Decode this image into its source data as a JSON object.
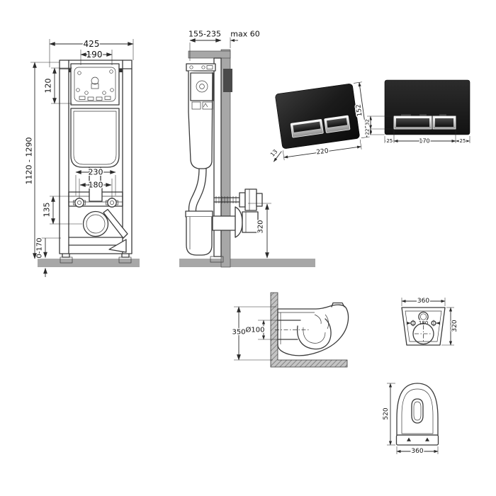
{
  "colors": {
    "line": "#3a3a3a",
    "dimension": "#2b2b2b",
    "gray_fill": "#a7a7a7",
    "dark_bracket": "#4a4a4a",
    "plate_black": "#1c1c1c",
    "chrome": "#d8d8d8"
  },
  "views": {
    "frame_front": {
      "dims": {
        "total_width": "425",
        "panel_width": "190",
        "panel_height": "120",
        "rod_span": "230",
        "bolt_span": "180",
        "outlet_offset": "135",
        "height_range": "1120 - 1290",
        "base_adjust": "0-170"
      }
    },
    "frame_side": {
      "dims": {
        "depth_range": "155-235",
        "wall_max": "max 60",
        "outlet_height": "320"
      }
    },
    "plate_angled": {
      "dims": {
        "width": "220",
        "height": "152",
        "depth": "13"
      }
    },
    "plate_front": {
      "dims": {
        "button_width": "170",
        "margin_left": "25",
        "margin_right": "25",
        "button_height": "32",
        "button_offset": "22"
      }
    },
    "bowl_side": {
      "dims": {
        "height": "350",
        "outlet_diameter": "Ø100"
      }
    },
    "bowl_back": {
      "dims": {
        "width": "360",
        "height": "320",
        "bolt_span": "180"
      }
    },
    "bowl_top": {
      "dims": {
        "depth": "520",
        "width": "360"
      }
    }
  }
}
